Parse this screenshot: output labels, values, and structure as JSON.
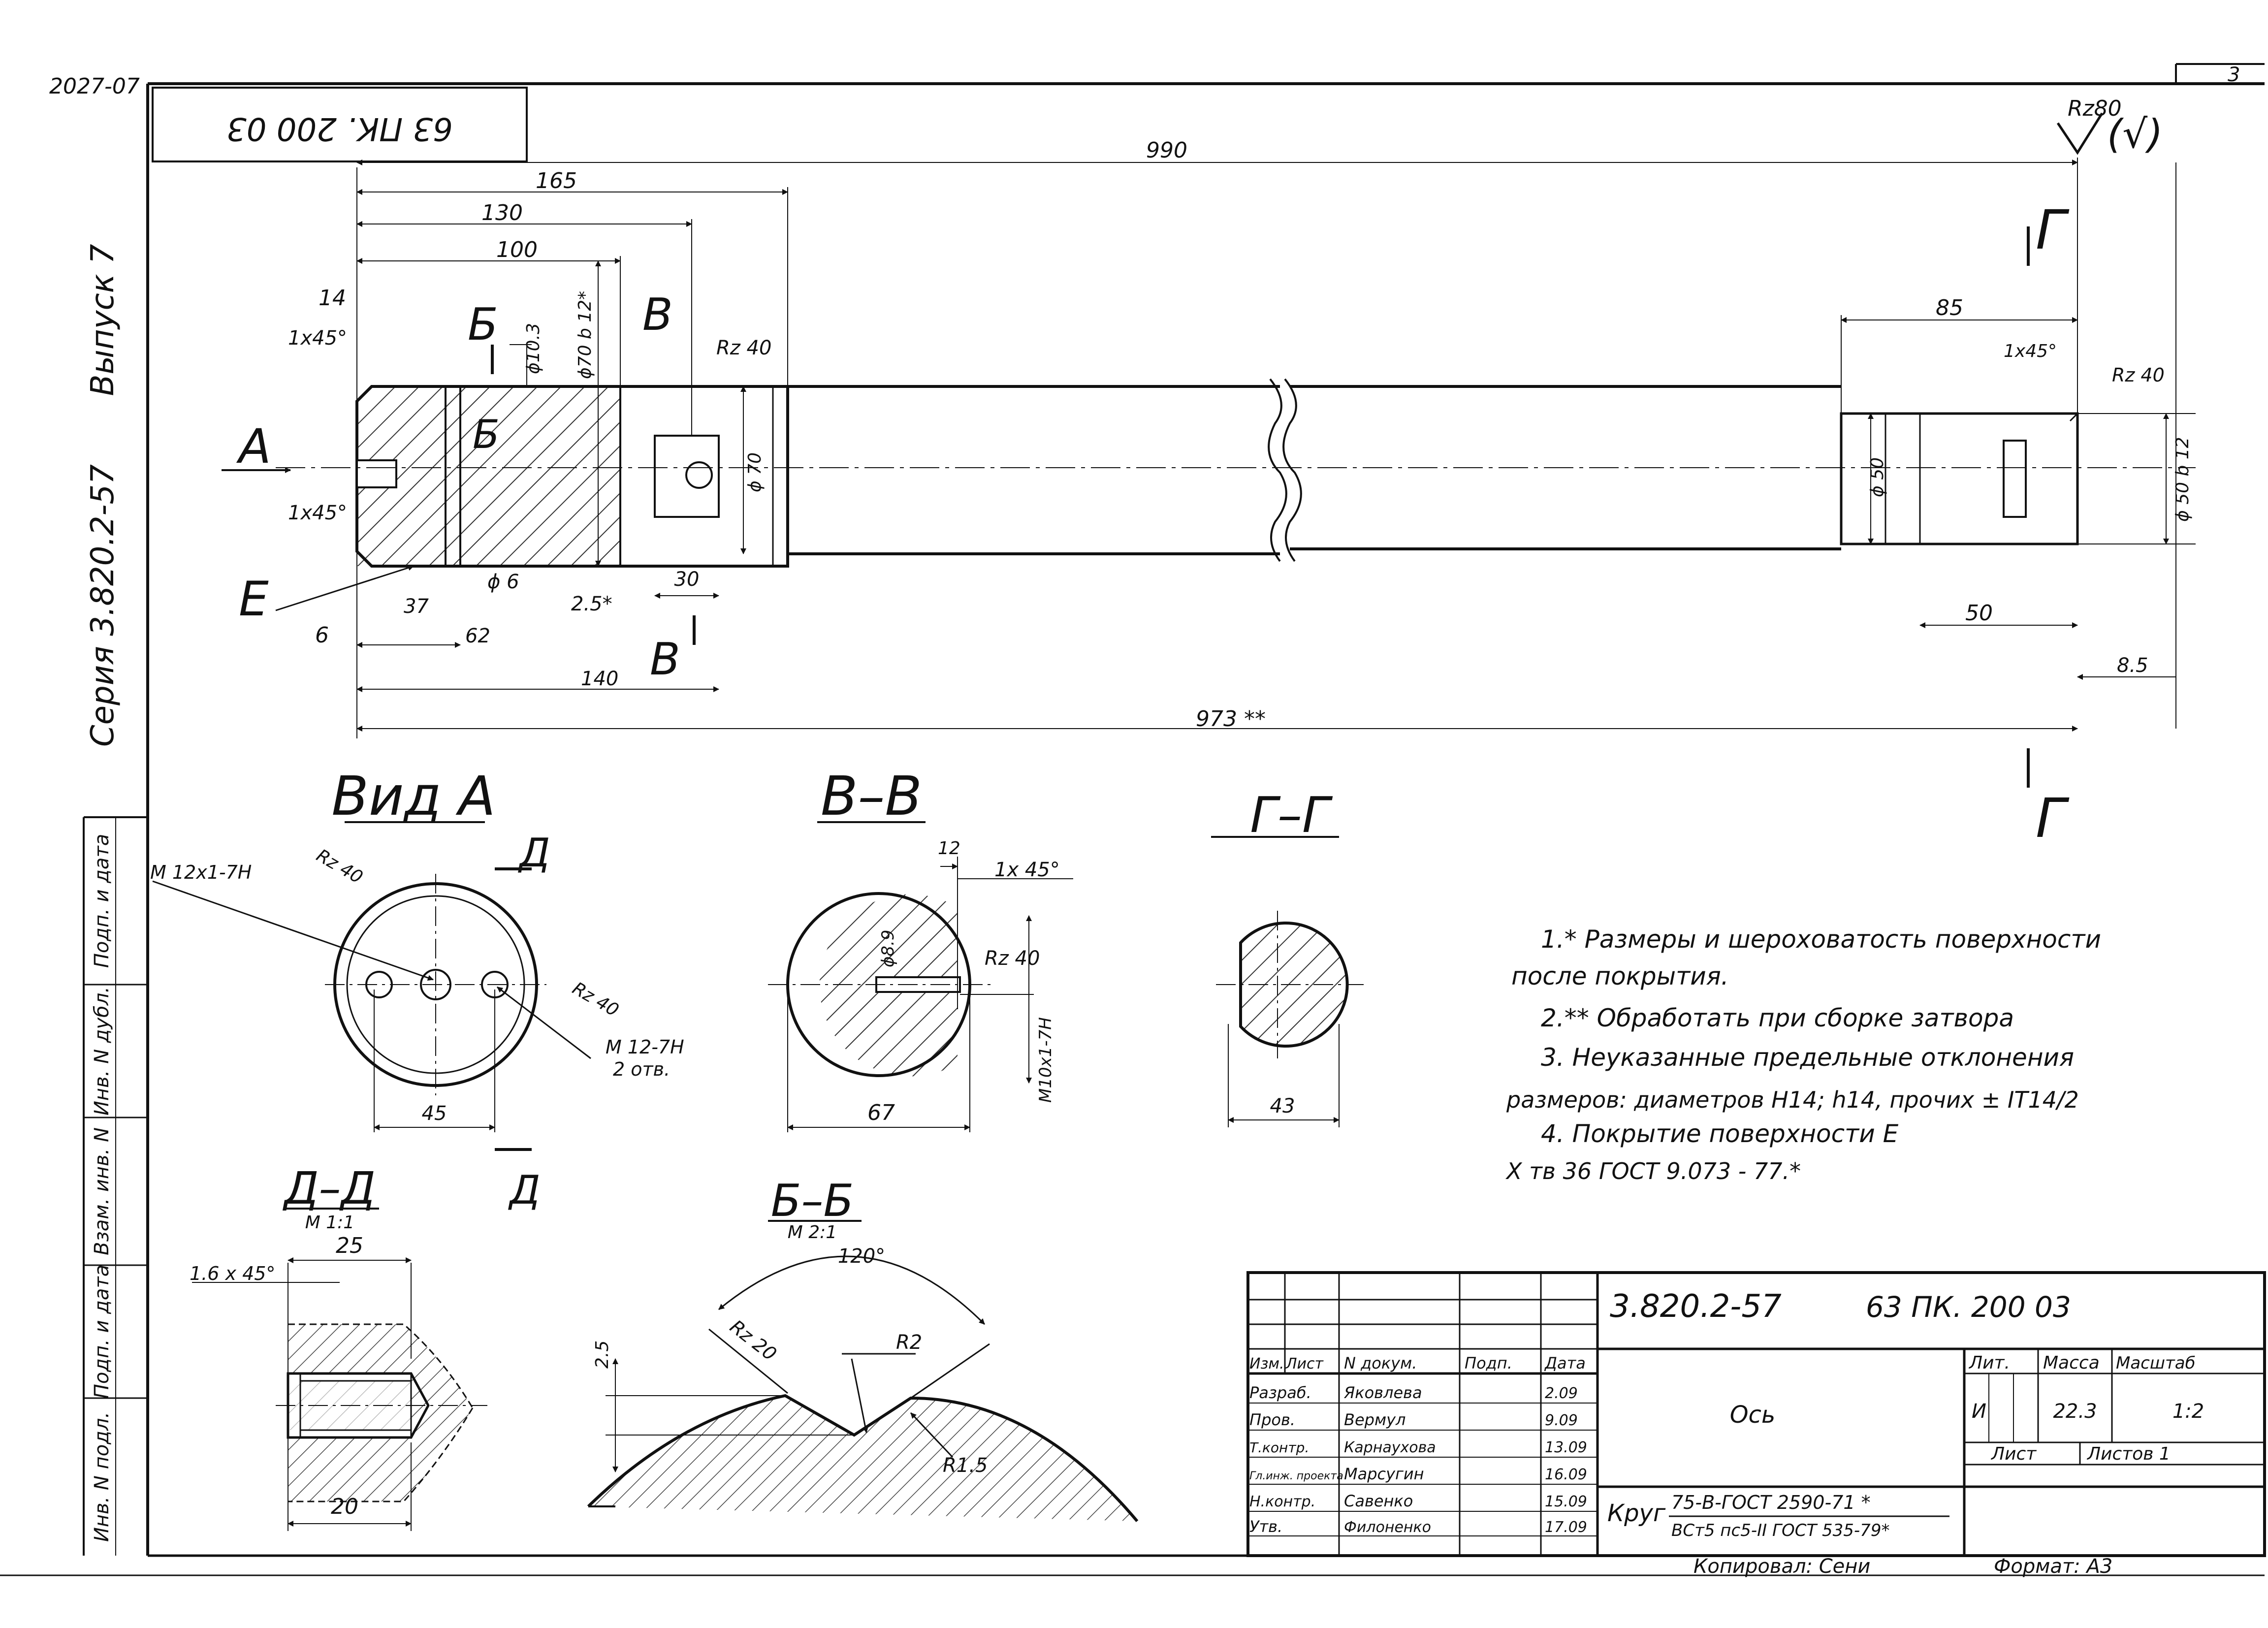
{
  "corner_number": "2027-07",
  "sheet_mark": "3",
  "stamp_code": "63 ПК. 200 03",
  "side": {
    "vypusk": "Выпуск 7",
    "seria": "Серия 3.820.2-57",
    "cells": [
      "Инв. N подл.",
      "Подп. и дата",
      "Взам. инв. N",
      "Инв. N дубл.",
      "Подп. и дата"
    ]
  },
  "roughness_general": "Rz80",
  "roughness_general_suffix": "(√)",
  "main_view": {
    "section_markers": [
      "Б",
      "Б",
      "В",
      "В",
      "Г",
      "Г"
    ],
    "view_letter": "А",
    "surface_letter": "Е",
    "dims": {
      "d990": "990",
      "d165": "165",
      "d130": "130",
      "d100": "100",
      "d14": "14",
      "chamfer1": "1x45°",
      "chamfer2": "1x45°",
      "d10_3": "ϕ10.3",
      "d70_b12": "ϕ70 b 12*",
      "rz40": "Rz 40",
      "d70": "ϕ 70",
      "d37": "37",
      "d6dia": "ϕ 6",
      "d2_5": "2.5*",
      "d30": "30",
      "d6": "6",
      "d62": "62",
      "d140": "140",
      "d973": "973 **",
      "d85": "85",
      "chamfer3": "1x45°",
      "rz40b": "Rz 40",
      "d50": "ϕ 50",
      "d50b12": "ϕ 50 b 12",
      "d50len": "50",
      "d8_5": "8.5"
    }
  },
  "vid_a": {
    "title": "Вид А",
    "thread1": "M 12x1-7H",
    "rz1": "Rz 40",
    "rz2": "Rz 40",
    "thread2": "M 12-7H",
    "thread2_count": "2 отв.",
    "d45": "45",
    "marker": "Д"
  },
  "section_v": {
    "title": "В–В",
    "d12": "12",
    "chamfer": "1x 45°",
    "d8_9": "ϕ8.9",
    "rz": "Rz 40",
    "thread": "M10x1-7H",
    "d67": "67"
  },
  "section_g": {
    "title": "Г–Г",
    "d43": "43"
  },
  "section_d": {
    "title": "Д–Д",
    "scale": "М 1:1",
    "chamfer": "1.6 x 45°",
    "d25": "25",
    "d20": "20"
  },
  "section_b": {
    "title": "Б–Б",
    "scale": "М 2:1",
    "angle": "120°",
    "d2_5": "2.5",
    "rz": "Rz 20",
    "r2": "R2",
    "r1_5": "R1.5"
  },
  "notes": [
    "1.* Размеры и шероховатость поверхности",
    "после покрытия.",
    "2.** Обработать при сборке затвора",
    "3. Неуказанные предельные отклонения",
    "размеров: диаметров H14; h14, прочих ± IT14/2",
    "4. Покрытие поверхности Е",
    "X тв 36 ГОСТ 9.073 - 77.*"
  ],
  "title_block": {
    "code": "3.820.2-57",
    "code2": "63 ПК. 200 03",
    "part_name": "Ось",
    "head": [
      "Изм.",
      "Лист",
      "N докум.",
      "Подп.",
      "Дата"
    ],
    "rows": [
      {
        "role": "Разраб.",
        "name": "Яковлева",
        "date": "2.09"
      },
      {
        "role": "Пров.",
        "name": "Вермул",
        "date": "9.09"
      },
      {
        "role": "Т.контр.",
        "name": "Карнаухова",
        "date": "13.09"
      },
      {
        "role": "Гл.инж. проекта",
        "name": "Марсугин",
        "date": "16.09"
      },
      {
        "role": "Н.контр.",
        "name": "Савенко",
        "date": "15.09"
      },
      {
        "role": "Утв.",
        "name": "Филоненко",
        "date": "17.09"
      }
    ],
    "lit_label": "Лит.",
    "lit_value": "И",
    "mass_label": "Масса",
    "mass_value": "22.3",
    "scale_label": "Масштаб",
    "scale_value": "1:2",
    "sheet_label": "Лист",
    "sheets_label": "Листов 1",
    "material_prefix": "Круг",
    "material_top": "75-В-ГОСТ 2590-71 *",
    "material_bottom": "ВСт5 пс5-II ГОСТ 535-79*",
    "copied": "Копировал: Сени",
    "format": "Формат: А3"
  }
}
